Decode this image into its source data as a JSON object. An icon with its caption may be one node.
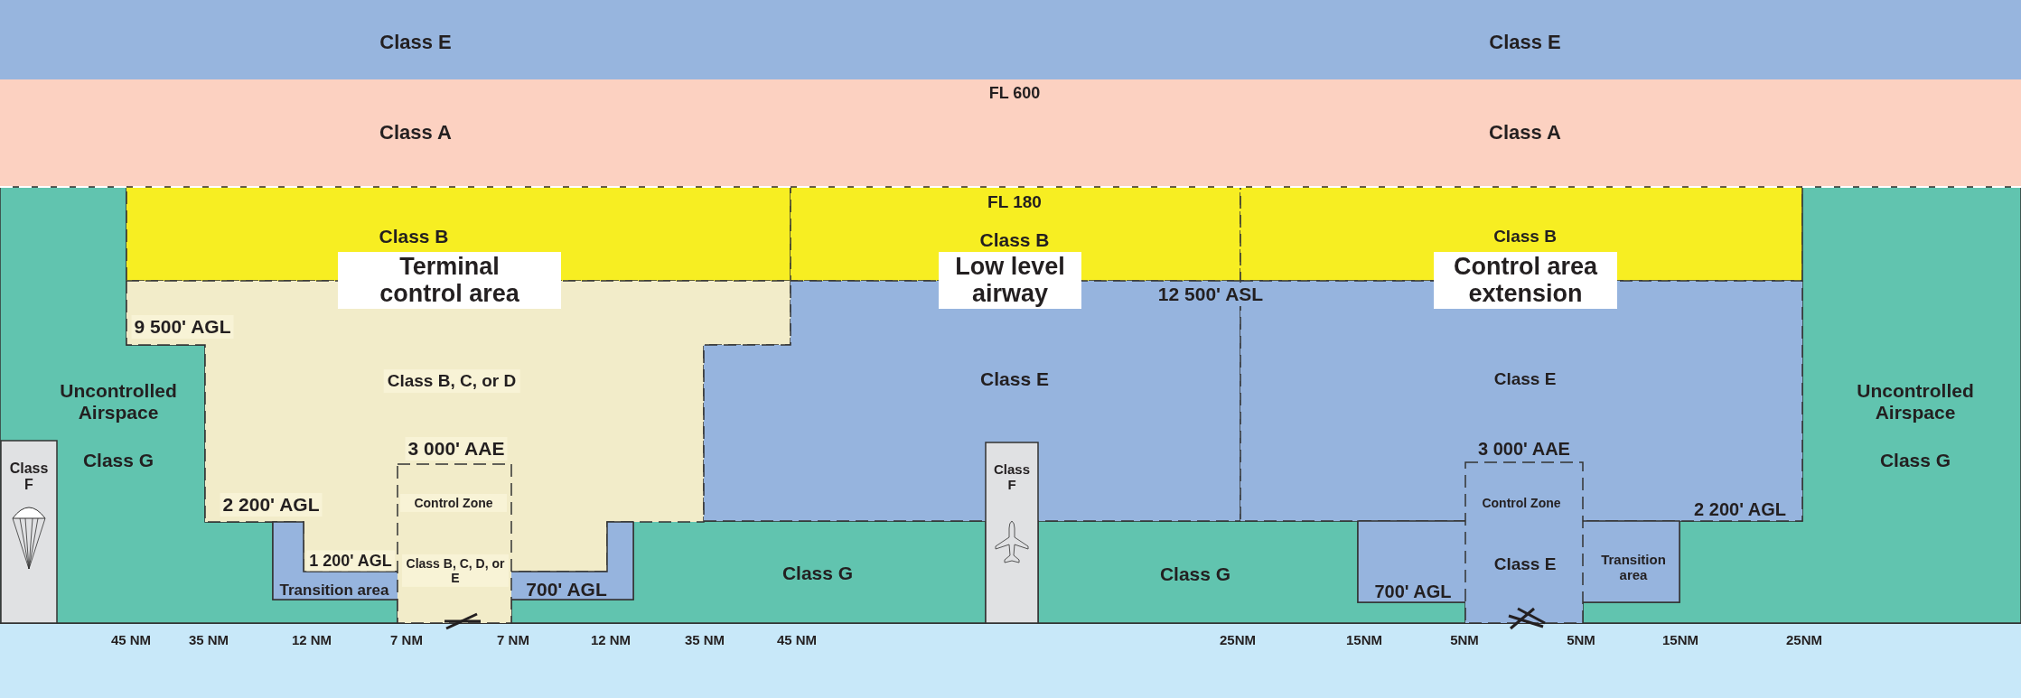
{
  "diagram": {
    "nodes": [
      {
        "text": [
          "Class E",
          "Class E"
        ]
      },
      {
        "text": [
          "Class A",
          "Class A"
        ]
      },
      {
        "text": [
          "Uncontrolled Airspace",
          "Class G"
        ]
      },
      {
        "text": [
          "Class F"
        ],
        "in": 2
      },
      {
        "text": [
          "Class B"
        ]
      },
      {
        "text": [
          "Class B"
        ]
      },
      {
        "text": [
          "Class B"
        ]
      },
      {
        "text": [
          "Terminal control area"
        ]
      },
      {
        "text": [
          "Low level airway"
        ]
      },
      {
        "text": [
          "Control area extension"
        ]
      },
      {
        "text": [
          "Class B, C, or D"
        ]
      },
      {
        "text": [
          "Control Zone",
          "Class B, C, D, or E"
        ]
      },
      {
        "text": [
          "Transition area"
        ]
      },
      {
        "text": [
          "Class E"
        ]
      },
      {
        "text": [
          "Class E"
        ]
      },
      {
        "text": [
          "Class G"
        ]
      },
      {
        "text": [
          "Class F"
        ]
      },
      {
        "text": [
          "Class G"
        ]
      },
      {
        "text": [
          "Control Zone",
          "Class E"
        ]
      },
      {
        "text": [
          "Transition area"
        ]
      },
      {
        "text": [
          "Uncontrolled Airspace",
          "Class G"
        ]
      }
    ],
    "edges": [],
    "labels": [
      "FL 600",
      "FL 180",
      "9 500' AGL",
      "12 500' ASL",
      "2 200' AGL",
      "3 000' AAE",
      "1 200' AGL",
      "700' AGL",
      "3 000' AAE",
      "2 200' AGL",
      "700' AGL",
      "45 NM",
      "35 NM",
      "12 NM",
      "7 NM",
      "7 NM",
      "12 NM",
      "35 NM",
      "45 NM",
      "25NM",
      "15NM",
      "5NM",
      "5NM",
      "15NM",
      "25NM"
    ]
  }
}
